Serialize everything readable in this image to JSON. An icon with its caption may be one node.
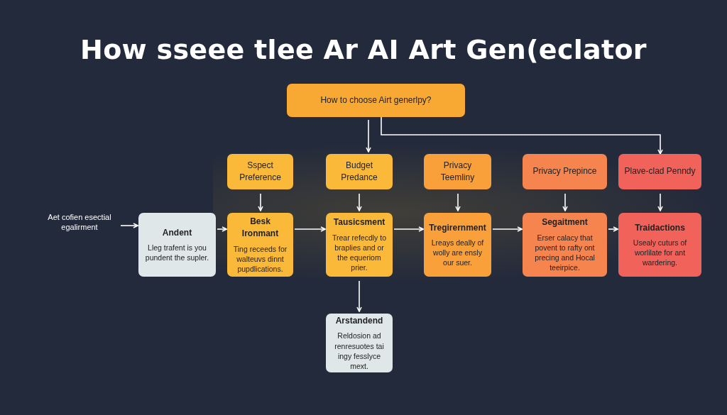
{
  "diagram": {
    "title": "How sseee tlee Ar AI Art Gen(eclator",
    "nodes": [
      {
        "text": [
          "How to choose Airt generlpy?"
        ]
      },
      {
        "text": [
          "Sspect Preference"
        ]
      },
      {
        "text": [
          "Budget Predance"
        ]
      },
      {
        "text": [
          "Privacy Teemliny"
        ]
      },
      {
        "text": [
          "Privacy Prepince"
        ]
      },
      {
        "text": [
          "Plave-clad Penndy"
        ]
      },
      {
        "text": [
          "Aet cofien esectial egalirment"
        ]
      },
      {
        "text": [
          "Andent",
          "Lleg trafent is you pundent the supler."
        ]
      },
      {
        "text": [
          "Besk Ironmant",
          "Ting receeds for walteuvs dinnt pupdlications."
        ]
      },
      {
        "text": [
          "Tausicsment",
          "Trear refecdly to braplies and or the equeriom prier."
        ]
      },
      {
        "text": [
          "Tregirernment",
          "Lreays deally of wolly are ensly our suer."
        ]
      },
      {
        "text": [
          "Segaitment",
          "Erser calacy that povent to rafty ont precing and Hocal teeirpice."
        ]
      },
      {
        "text": [
          "Traidactions",
          "Usealy cuturs of worlilate for ant wardering."
        ]
      },
      {
        "text": [
          "Arstandend",
          "Reldosion ad renresuotes tai ingy fesslyce mext."
        ]
      }
    ],
    "edges": [
      {
        "from": 0,
        "to": 2,
        "arrow": "to"
      },
      {
        "from": 0,
        "to": 5,
        "arrow": "to"
      },
      {
        "from": 1,
        "to": 8,
        "arrow": "to"
      },
      {
        "from": 2,
        "to": 9,
        "arrow": "to"
      },
      {
        "from": 3,
        "to": 10,
        "arrow": "to"
      },
      {
        "from": 4,
        "to": 11,
        "arrow": "to"
      },
      {
        "from": 5,
        "to": 12,
        "arrow": "to"
      },
      {
        "from": 6,
        "to": 7,
        "arrow": "to"
      },
      {
        "from": 7,
        "to": 8,
        "arrow": "to"
      },
      {
        "from": 8,
        "to": 9,
        "arrow": "to"
      },
      {
        "from": 9,
        "to": 10,
        "arrow": "to"
      },
      {
        "from": 10,
        "to": 11,
        "arrow": "to"
      },
      {
        "from": 11,
        "to": 12,
        "arrow": "to"
      },
      {
        "from": 9,
        "to": 13,
        "arrow": "to"
      }
    ]
  }
}
